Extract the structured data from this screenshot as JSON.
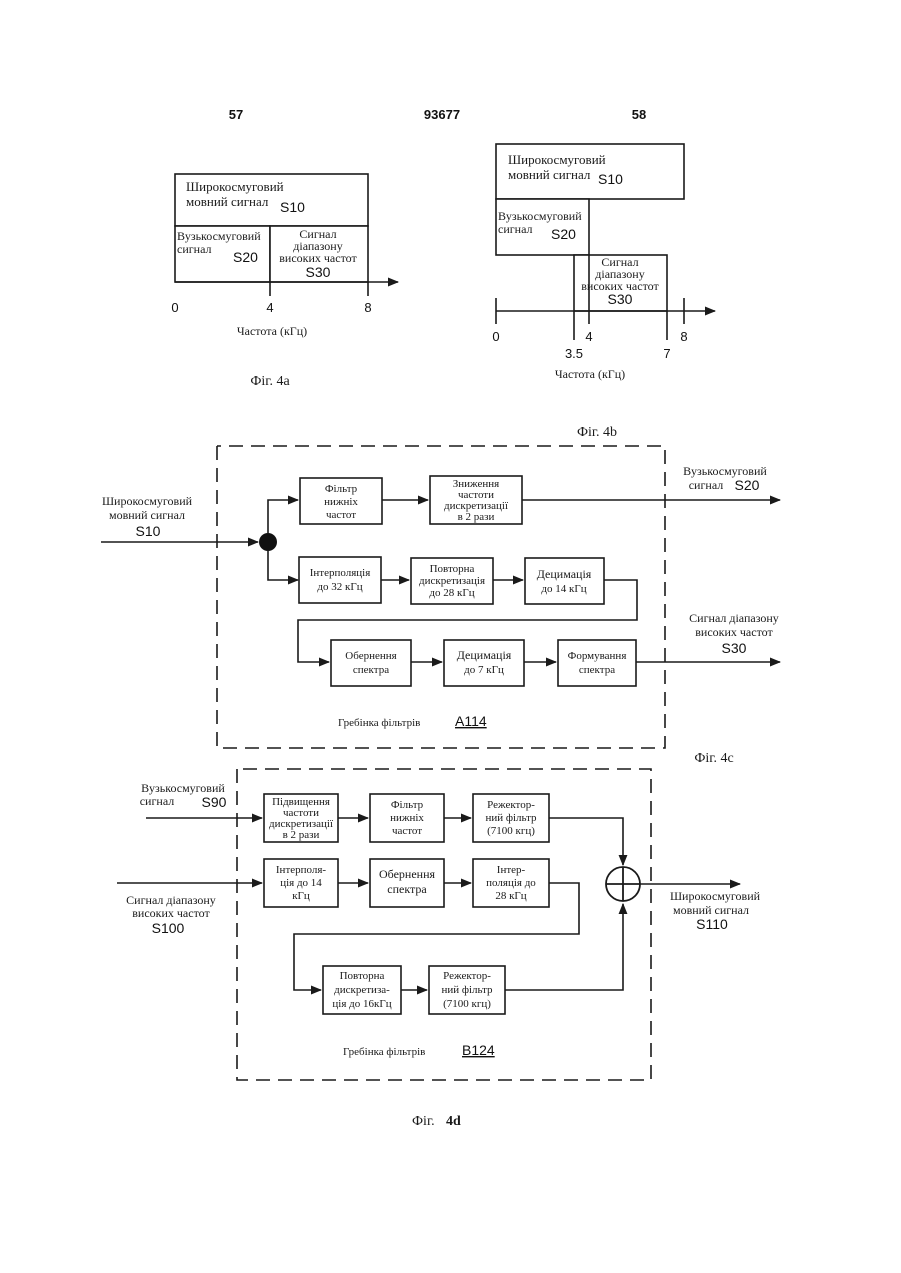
{
  "header": {
    "left": "57",
    "center": "93677",
    "right": "58"
  },
  "fig4a": {
    "s10_line1": "Широкосмуговий",
    "s10_line2": "мовний сигнал",
    "s10": "S10",
    "s20_line1": "Вузькосмуговий",
    "s20_line2": "сигнал",
    "s20": "S20",
    "s30_line1": "Сигнал",
    "s30_line2": "діапазону",
    "s30_line3": "високих частот",
    "s30": "S30",
    "ticks": [
      "0",
      "4",
      "8"
    ],
    "xlabel": "Частота (кГц)",
    "caption": "Фіг. 4а"
  },
  "fig4b": {
    "s10_line1": "Широкосмуговий",
    "s10_line2": "мовний сигнал",
    "s10": "S10",
    "s20_line1": "Вузькосмуговий",
    "s20_line2": "сигнал",
    "s20": "S20",
    "s30_line1": "Сигнал",
    "s30_line2": "діапазону",
    "s30_line3": "високих частот",
    "s30": "S30",
    "ticks_top": [
      "0",
      "4",
      "8"
    ],
    "ticks_bottom": [
      "3.5",
      "7"
    ],
    "xlabel": "Частота (кГц)",
    "caption": "Фіг. 4b"
  },
  "fig4c": {
    "input_line1": "Широкосмуговий",
    "input_line2": "мовний сигнал",
    "input_id": "S10",
    "lpf_1": "Фільтр",
    "lpf_2": "нижніх",
    "lpf_3": "частот",
    "down_1": "Зниження",
    "down_2": "частоти",
    "down_3": "дискретизації",
    "down_4": "в 2 рази",
    "interp_1": "Інтерполяція",
    "interp_2": "до 32 кГц",
    "resamp_1": "Повторна",
    "resamp_2": "дискретизація",
    "resamp_3": "до 28 кГц",
    "dec14_1": "Децимація",
    "dec14_2": "до 14 кГц",
    "inv_1": "Обернення",
    "inv_2": "спектра",
    "dec7_1": "Децимація",
    "dec7_2": "до 7 кГц",
    "shape_1": "Формування",
    "shape_2": "спектра",
    "out1_line1": "Вузькосмуговий",
    "out1_line2": "сигнал",
    "out1_id": "S20",
    "out2_line1": "Сигнал діапазону",
    "out2_line2": "високих частот",
    "out2_id": "S30",
    "bank_label": "Гребінка фільтрів",
    "bank_id": "A114",
    "caption": "Фіг. 4с"
  },
  "fig4d": {
    "in1_line1": "Вузькосмуговий",
    "in1_line2": "сигнал",
    "in1_id": "S90",
    "in2_line1": "Сигнал діапазону",
    "in2_line2": "високих частот",
    "in2_id": "S100",
    "up_1": "Підвищення",
    "up_2": "частоти",
    "up_3": "дискретизації",
    "up_4": "в 2 рази",
    "lpf_1": "Фільтр",
    "lpf_2": "нижніх",
    "lpf_3": "частот",
    "notch1_1": "Режектор-",
    "notch1_2": "ний фільтр",
    "notch1_3": "(7100 кгц)",
    "interp14_1": "Інтерполя-",
    "interp14_2": "ція до 14",
    "interp14_3": "кГц",
    "inv_1": "Обернення",
    "inv_2": "спектра",
    "interp28_1": "Інтер-",
    "interp28_2": "поляція до",
    "interp28_3": "28 кГц",
    "resamp_1": "Повторна",
    "resamp_2": "дискретиза-",
    "resamp_3": "ція до 16кГц",
    "notch2_1": "Режектор-",
    "notch2_2": "ний фільтр",
    "notch2_3": "(7100 кгц)",
    "out_line1": "Широкосмуговий",
    "out_line2": "мовний сигнал",
    "out_id": "S110",
    "bank_label": "Гребінка фільтрів",
    "bank_id": "B124",
    "caption_prefix": "Фіг.",
    "caption_num": "4d"
  }
}
